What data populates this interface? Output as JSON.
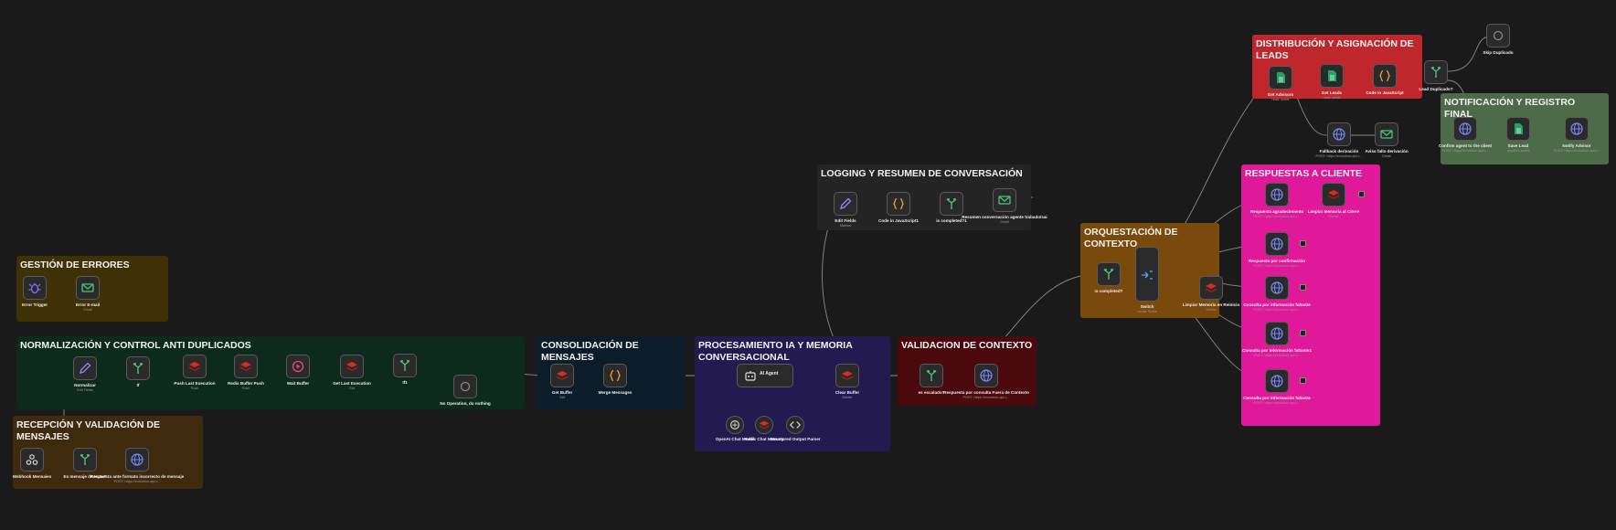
{
  "canvas": {
    "background": "#1a1a1a"
  },
  "groups": [
    {
      "id": "errores",
      "title": "GESTIÓN DE ERRORES",
      "color": "#3f3106"
    },
    {
      "id": "normalizacion",
      "title": "NORMALIZACIÓN Y CONTROL ANTI DUPLICADOS",
      "color": "#0d2b1d"
    },
    {
      "id": "recepcion",
      "title": "RECEPCIÓN Y VALIDACIÓN DE MENSAJES",
      "color": "#3f2a0d"
    },
    {
      "id": "consolidacion",
      "title": "CONSOLIDACIÓN DE MENSAJES",
      "color": "#0c1d2a"
    },
    {
      "id": "procesamiento",
      "title": "PROCESAMIENTO IA Y MEMORIA CONVERSACIONAL",
      "color": "#231a4f"
    },
    {
      "id": "validacion",
      "title": "VALIDACION DE CONTEXTO",
      "color": "#4a0a0d"
    },
    {
      "id": "logging",
      "title": "LOGGING Y RESUMEN DE CONVERSACIÓN",
      "color": "#242424"
    },
    {
      "id": "orquestacion",
      "title": "ORQUESTACIÓN DE CONTEXTO",
      "color": "#7a4a0c"
    },
    {
      "id": "distribucion",
      "title": "DISTRIBUCIÓN Y ASIGNACIÓN DE LEADS",
      "color": "#c0272d"
    },
    {
      "id": "notificacion",
      "title": "NOTIFICACIÓN Y REGISTRO FINAL",
      "color": "#4e6b49"
    },
    {
      "id": "respuestas",
      "title": "RESPUESTAS A CLIENTE",
      "color": "#e0189a"
    }
  ],
  "nodes": {
    "error_trigger": {
      "label": "Error Trigger",
      "sub": "",
      "icon": "bug-icon"
    },
    "error_email": {
      "label": "Error E-mail",
      "sub": "Gmail",
      "icon": "email-icon"
    },
    "normalizar": {
      "label": "Normalizar",
      "sub": "Edit Fields",
      "icon": "pencil-icon"
    },
    "if_dup": {
      "label": "If",
      "sub": "",
      "icon": "if-icon"
    },
    "push_last_exec": {
      "label": "Push Last Execution",
      "sub": "Push",
      "icon": "redis-icon"
    },
    "redis_buffer_push": {
      "label": "Redis Buffer Push",
      "sub": "Push",
      "icon": "redis-icon"
    },
    "wait_buffer": {
      "label": "Wait Buffer",
      "sub": "",
      "icon": "wait-icon"
    },
    "get_last_exec": {
      "label": "Get Last Execution",
      "sub": "Get",
      "icon": "redis-icon"
    },
    "if_last": {
      "label": "If1",
      "sub": "",
      "icon": "if-icon"
    },
    "no_op": {
      "label": "No Operation, do nothing",
      "sub": "",
      "icon": "noop-icon"
    },
    "webhook": {
      "label": "Webhook Mensaies",
      "sub": "",
      "icon": "webhook-icon"
    },
    "es_texto": {
      "label": "Es mensaje de texto?",
      "sub": "",
      "icon": "if-icon"
    },
    "resp_formato": {
      "label": "Respuesta ante formato incorrecto de mensaje",
      "sub": "POST: https://evolution-api.c...",
      "icon": "http-icon"
    },
    "get_buffer": {
      "label": "Get Buffer",
      "sub": "Get",
      "icon": "redis-icon"
    },
    "merge_messages": {
      "label": "Merge Messages",
      "sub": "",
      "icon": "code-icon"
    },
    "ai_agent": {
      "label": "AI Agent",
      "sub": "",
      "icon": "robot-icon"
    },
    "clear_buffer": {
      "label": "Clear Buffer",
      "sub": "Delete",
      "icon": "redis-icon"
    },
    "openai_model": {
      "label": "OpenAI Chat Model",
      "sub": "",
      "icon": "openai-icon"
    },
    "redis_memory": {
      "label": "Redis Chat Memory",
      "sub": "",
      "icon": "redis-icon"
    },
    "output_parser": {
      "label": "Structured Output Parser",
      "sub": "",
      "icon": "parser-icon"
    },
    "es_escalado": {
      "label": "es escalado?",
      "sub": "",
      "icon": "if-icon"
    },
    "resp_fuera_ctx": {
      "label": "Respuesta por consulta Fuera de Contexto",
      "sub": "POST: https://evolution-api.c...",
      "icon": "http-icon"
    },
    "edit_fields_log": {
      "label": "Edit Fields",
      "sub": "Manual",
      "icon": "pencil-icon"
    },
    "code_js_log": {
      "label": "Code in JavaScript1",
      "sub": "",
      "icon": "code-icon"
    },
    "is_completed_log": {
      "label": "is completed?1",
      "sub": "",
      "icon": "if-icon"
    },
    "resumen_conv": {
      "label": "Resumen conversación agente trabado/sai",
      "sub": "Gmail",
      "icon": "email-icon"
    },
    "is_completed": {
      "label": "is completed?",
      "sub": "",
      "icon": "if-icon"
    },
    "switch": {
      "label": "Switch",
      "sub": "mode: Rules",
      "icon": "switch-icon"
    },
    "limpiar_mem_cierre": {
      "label": "Limpiar Memoria en Reinicio",
      "sub": "Delete",
      "icon": "redis-icon"
    },
    "get_advisors": {
      "label": "Get Advisors",
      "sub": "read: sheet",
      "icon": "sheets-icon"
    },
    "get_leads": {
      "label": "Get Leads",
      "sub": "read: sheet",
      "icon": "sheets-icon"
    },
    "code_js_dist": {
      "label": "Code in JavaScript",
      "sub": "",
      "icon": "code-icon"
    },
    "lead_duplicado": {
      "label": "Lead Duplicado?",
      "sub": "",
      "icon": "if-icon"
    },
    "skip_duplicado": {
      "label": "Skip Duplicado",
      "sub": "",
      "icon": "noop-icon"
    },
    "fallback_derivacion": {
      "label": "Fallback derivación",
      "sub": "POST: https://evolution-api.c...",
      "icon": "http-icon"
    },
    "aviso_fallo": {
      "label": "Aviso fallo derivación",
      "sub": "Gmail",
      "icon": "email-icon"
    },
    "confirm_agent": {
      "label": "Confirm agent to the client",
      "sub": "POST: https://evolution-api.c...",
      "icon": "http-icon"
    },
    "save_lead": {
      "label": "Save Lead",
      "sub": "append: sheet",
      "icon": "sheets-icon"
    },
    "notify_advisor": {
      "label": "Notify Advisor",
      "sub": "POST: https://evolution-api.c...",
      "icon": "http-icon"
    },
    "resp_agradecimiento": {
      "label": "Respuesta agradecimiento",
      "sub": "POST: https://evolution-api.c...",
      "icon": "http-icon"
    },
    "limpiar_mem_cierre2": {
      "label": "Limpiar Memoria al Cierre",
      "sub": "Delete",
      "icon": "redis-icon"
    },
    "resp_confirmacion": {
      "label": "Respuesta por confirmación",
      "sub": "POST: https://evolution-api.c...",
      "icon": "http-icon"
    },
    "consulta_info1": {
      "label": "Consulta por información faltante",
      "sub": "POST: https://evolution-api.c...",
      "icon": "http-icon"
    },
    "consulta_info2": {
      "label": "Consulta por información faltante1",
      "sub": "POST: https://evolution-api.c...",
      "icon": "http-icon"
    },
    "consulta_info3": {
      "label": "Consulta por información faltante",
      "sub": "POST: https://evolution-api.c...",
      "icon": "http-icon"
    }
  }
}
